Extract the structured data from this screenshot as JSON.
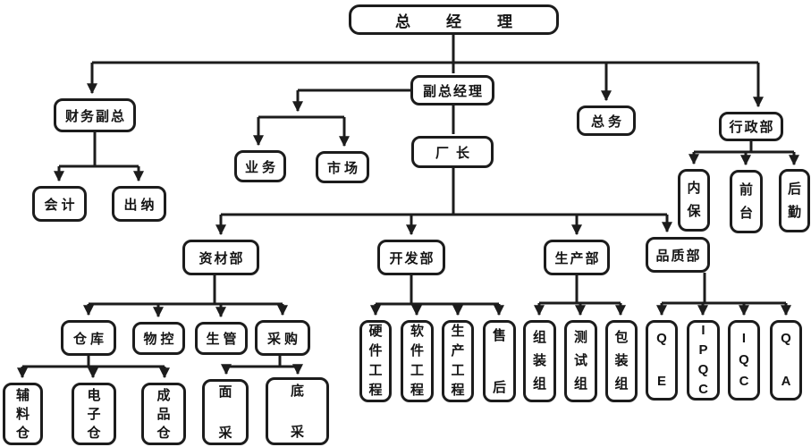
{
  "colors": {
    "background": "#ffffff",
    "line": "#1c1c1c",
    "box_border": "#1c1c1c",
    "text": "#141414"
  },
  "nodes": {
    "general_manager": {
      "label": "总经理"
    },
    "deputy_general_manager": {
      "label": "副总经理"
    },
    "finance_vp": {
      "label": "财务副总"
    },
    "general_affairs": {
      "label": "总务"
    },
    "admin_dept": {
      "label": "行政部"
    },
    "accounting": {
      "label": "会计"
    },
    "cashier": {
      "label": "出纳"
    },
    "business": {
      "label": "业务"
    },
    "marketing": {
      "label": "市场"
    },
    "factory_director": {
      "label": "厂长"
    },
    "internal_security": {
      "label": "内\n保"
    },
    "front_desk": {
      "label": "前\n台"
    },
    "logistics": {
      "label": "后\n勤"
    },
    "materials_dept": {
      "label": "资材部"
    },
    "development_dept": {
      "label": "开发部"
    },
    "production_dept": {
      "label": "生产部"
    },
    "quality_dept": {
      "label": "品质部"
    },
    "warehouse": {
      "label": "仓库"
    },
    "material_control": {
      "label": "物控"
    },
    "production_management": {
      "label": "生管"
    },
    "purchasing": {
      "label": "采购"
    },
    "auxiliary_material_warehouse": {
      "label": "辅\n料\n仓"
    },
    "electronic_warehouse": {
      "label": "电\n子\n仓"
    },
    "finished_goods_warehouse": {
      "label": "成\n品\n仓"
    },
    "surface_purchasing": {
      "label": "面\n\n采"
    },
    "bottom_purchasing": {
      "label": "底\n\n采"
    },
    "hardware_engineering": {
      "label": "硬\n件\n工\n程"
    },
    "software_engineering": {
      "label": "软\n件\n工\n程"
    },
    "production_engineering": {
      "label": "生\n产\n工\n程"
    },
    "after_sales": {
      "label": "售\n\n后"
    },
    "assembly_team": {
      "label": "组\n装\n组"
    },
    "testing_team": {
      "label": "测\n试\n组"
    },
    "packaging_team": {
      "label": "包\n装\n组"
    },
    "qe": {
      "label": "Q\n\nE"
    },
    "ipqc": {
      "label": "I\nP\nQ\nC"
    },
    "iqc": {
      "label": "I\nQ\nC"
    },
    "qa": {
      "label": "Q\n\nA"
    }
  },
  "hierarchy": {
    "总经理": [
      "财务副总",
      "副总经理",
      "总务",
      "行政部"
    ],
    "财务副总": [
      "会计",
      "出纳"
    ],
    "副总经理": [
      "业务",
      "市场",
      "厂长"
    ],
    "行政部": [
      "内保",
      "前台",
      "后勤"
    ],
    "厂长": [
      "资材部",
      "开发部",
      "生产部",
      "品质部"
    ],
    "资材部": [
      "仓库",
      "物控",
      "生管",
      "采购"
    ],
    "仓库": [
      "辅料仓",
      "电子仓",
      "成品仓"
    ],
    "采购": [
      "面采",
      "底采"
    ],
    "开发部": [
      "硬件工程",
      "软件工程",
      "生产工程",
      "售后"
    ],
    "生产部": [
      "组装组",
      "测试组",
      "包装组"
    ],
    "品质部": [
      "QE",
      "IPQC",
      "IQC",
      "QA"
    ]
  }
}
